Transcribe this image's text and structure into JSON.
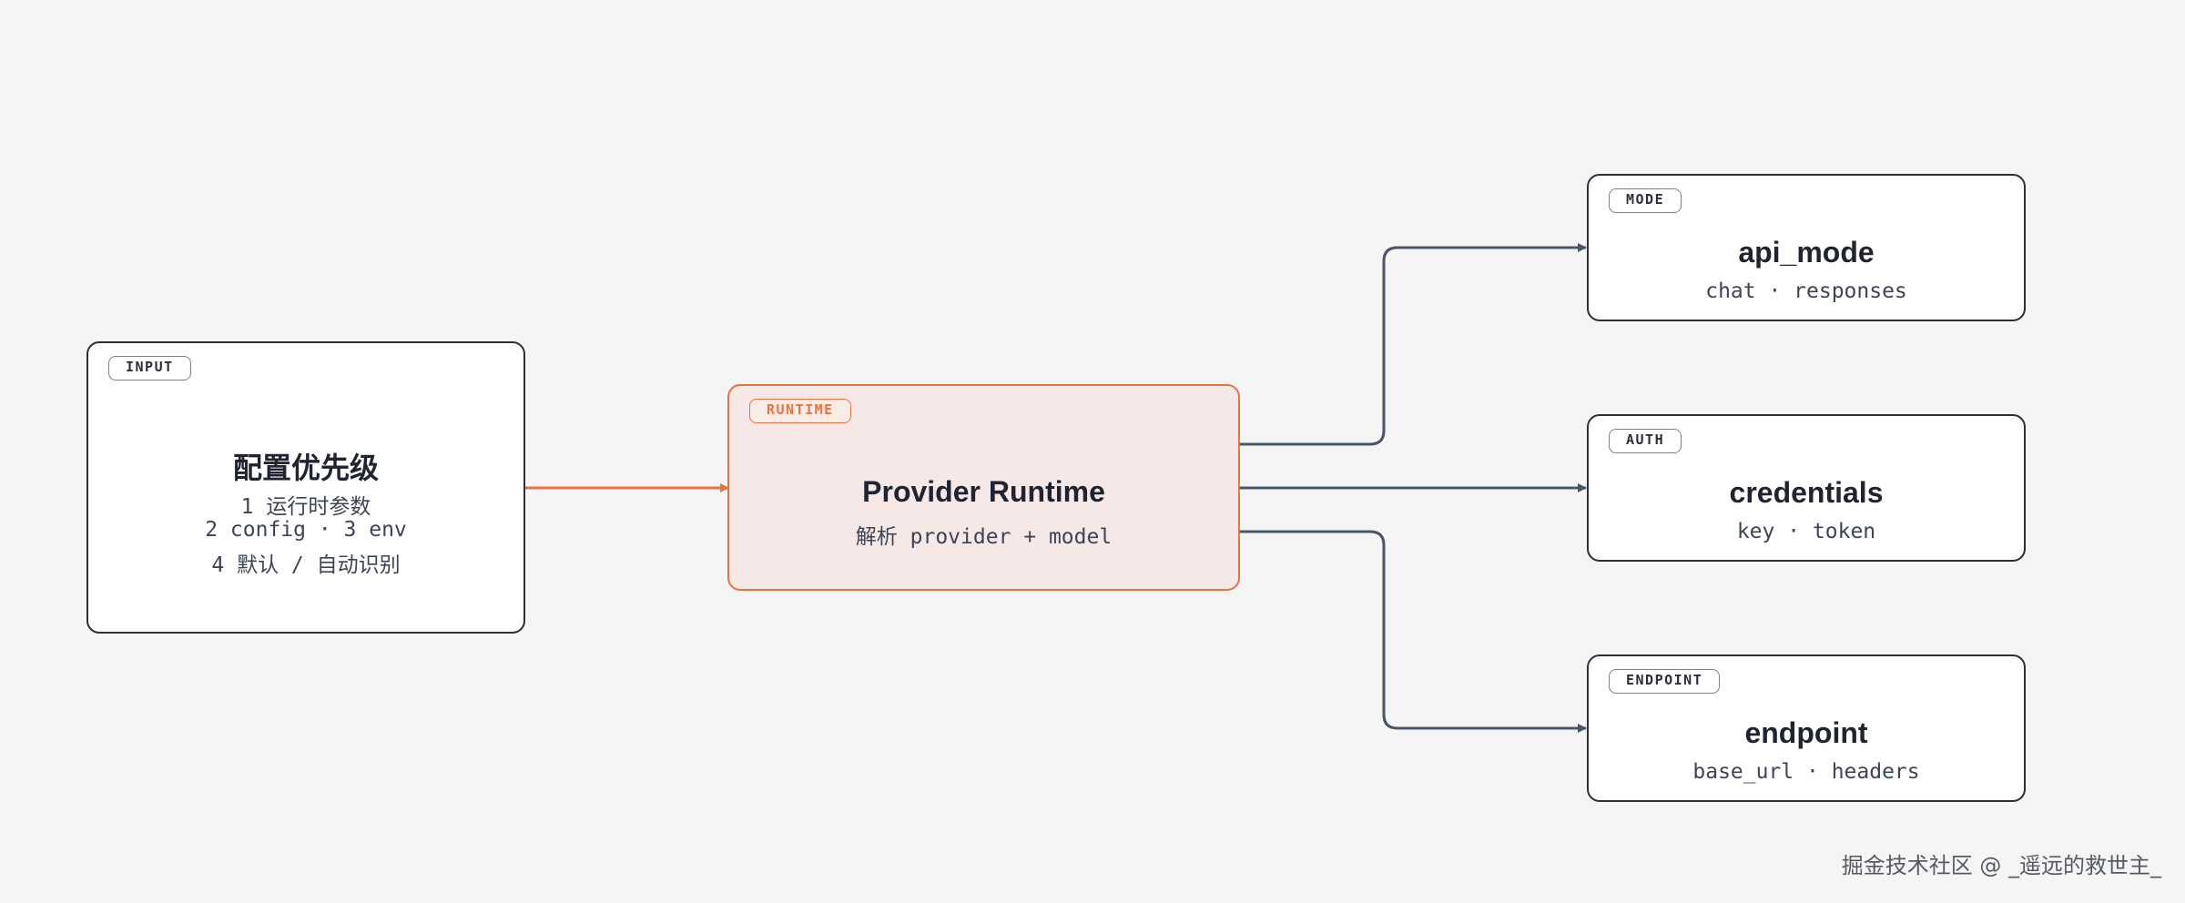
{
  "colors": {
    "background": "#f5f5f5",
    "node_border": "#2b2f3a",
    "accent": "#e8733d",
    "runtime_fill": "#f5e8e6",
    "connector": "#4a5568"
  },
  "nodes": {
    "input": {
      "tag": "INPUT",
      "title": "配置优先级",
      "lines": [
        "1 运行时参数",
        "2 config · 3 env",
        "4 默认 / 自动识别"
      ]
    },
    "runtime": {
      "tag": "RUNTIME",
      "title": "Provider Runtime",
      "subtitle": "解析 provider + model"
    },
    "api_mode": {
      "tag": "MODE",
      "title": "api_mode",
      "subtitle": "chat · responses"
    },
    "credentials": {
      "tag": "AUTH",
      "title": "credentials",
      "subtitle": "key · token"
    },
    "endpoint": {
      "tag": "ENDPOINT",
      "title": "endpoint",
      "subtitle": "base_url · headers"
    }
  },
  "edges": [
    {
      "from": "input",
      "to": "runtime",
      "color": "#e8733d"
    },
    {
      "from": "runtime",
      "to": "api_mode",
      "color": "#4a5568"
    },
    {
      "from": "runtime",
      "to": "credentials",
      "color": "#4a5568"
    },
    {
      "from": "runtime",
      "to": "endpoint",
      "color": "#4a5568"
    }
  ],
  "watermark": "掘金技术社区 @ _遥远的救世主_"
}
